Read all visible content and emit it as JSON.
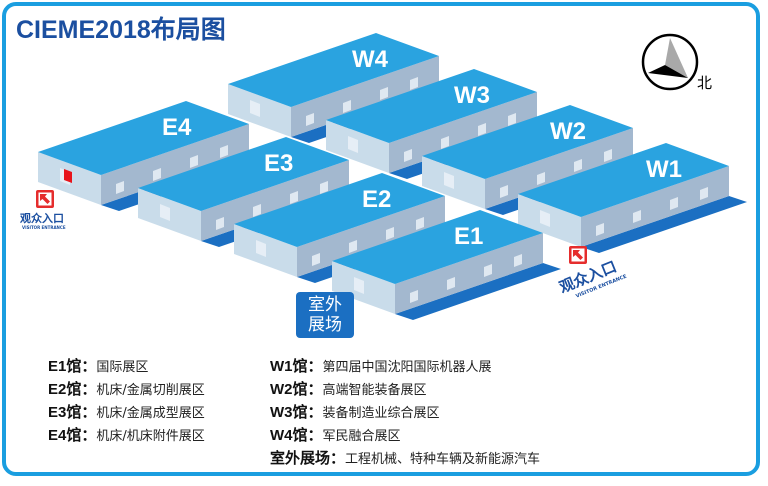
{
  "title": "CIEME2018布局图",
  "compass": {
    "icon": "compass-north-icon",
    "label": "北"
  },
  "colors": {
    "frame": "#1a9ee0",
    "title": "#1b4fa0",
    "roof": "#2aa3e0",
    "wall_left": "#c9dcea",
    "wall_right": "#a3b8cf",
    "window": "#dfe8f1",
    "shadow": "#1b6fc2",
    "entry_red": "#e52d2d",
    "badge_blue": "#1b6fc2"
  },
  "halls": [
    {
      "id": "W4",
      "label": "W4"
    },
    {
      "id": "W3",
      "label": "W3"
    },
    {
      "id": "W2",
      "label": "W2"
    },
    {
      "id": "W1",
      "label": "W1"
    },
    {
      "id": "E4",
      "label": "E4"
    },
    {
      "id": "E3",
      "label": "E3"
    },
    {
      "id": "E2",
      "label": "E2"
    },
    {
      "id": "E1",
      "label": "E1"
    }
  ],
  "outdoor_badge": {
    "line1": "室外",
    "line2": "展场"
  },
  "entrances": [
    {
      "label": "观众入口",
      "sub": "VISITOR ENTRANCE",
      "icon": "entrance-arrow-icon"
    },
    {
      "label": "观众入口",
      "sub": "VISITOR ENTRANCE",
      "icon": "entrance-arrow-icon"
    }
  ],
  "legend": {
    "left": [
      {
        "key": "E1馆：",
        "value": "国际展区"
      },
      {
        "key": "E2馆：",
        "value": "机床/金属切削展区"
      },
      {
        "key": "E3馆：",
        "value": "机床/金属成型展区"
      },
      {
        "key": "E4馆：",
        "value": "机床/机床附件展区"
      }
    ],
    "right": [
      {
        "key": "W1馆：",
        "value": "第四届中国沈阳国际机器人展"
      },
      {
        "key": "W2馆：",
        "value": "高端智能装备展区"
      },
      {
        "key": "W3馆：",
        "value": "装备制造业综合展区"
      },
      {
        "key": "W4馆：",
        "value": "军民融合展区"
      },
      {
        "key": "室外展场：",
        "value": "工程机械、特种车辆及新能源汽车"
      }
    ]
  }
}
